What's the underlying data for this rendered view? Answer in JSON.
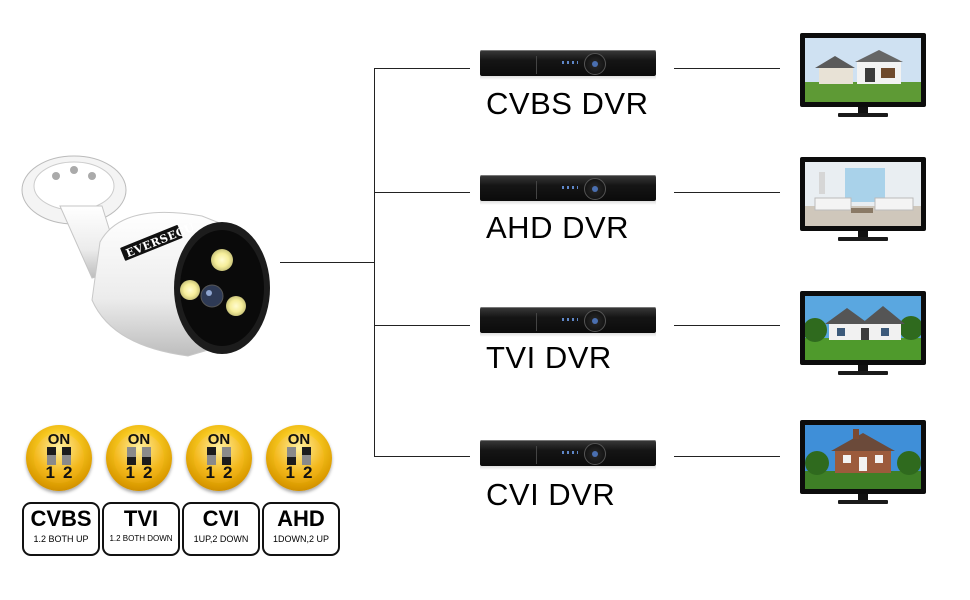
{
  "camera": {
    "brand": "EVERSECU"
  },
  "dvrs": [
    {
      "label": "CVBS DVR"
    },
    {
      "label": "AHD DVR"
    },
    {
      "label": "TVI DVR"
    },
    {
      "label": "CVI DVR"
    }
  ],
  "switches": [
    {
      "on": "ON",
      "numbers": "12",
      "mode": "CVBS",
      "desc": "1.2 BOTH UP"
    },
    {
      "on": "ON",
      "numbers": "12",
      "mode": "TVI",
      "desc": "1.2 BOTH DOWN"
    },
    {
      "on": "ON",
      "numbers": "12",
      "mode": "CVI",
      "desc": "1UP,2 DOWN"
    },
    {
      "on": "ON",
      "numbers": "12",
      "mode": "AHD",
      "desc": "1DOWN,2 UP"
    }
  ],
  "colors": {
    "gold": "#f3b71a",
    "line": "#222222",
    "dvr_body": "#151515"
  }
}
